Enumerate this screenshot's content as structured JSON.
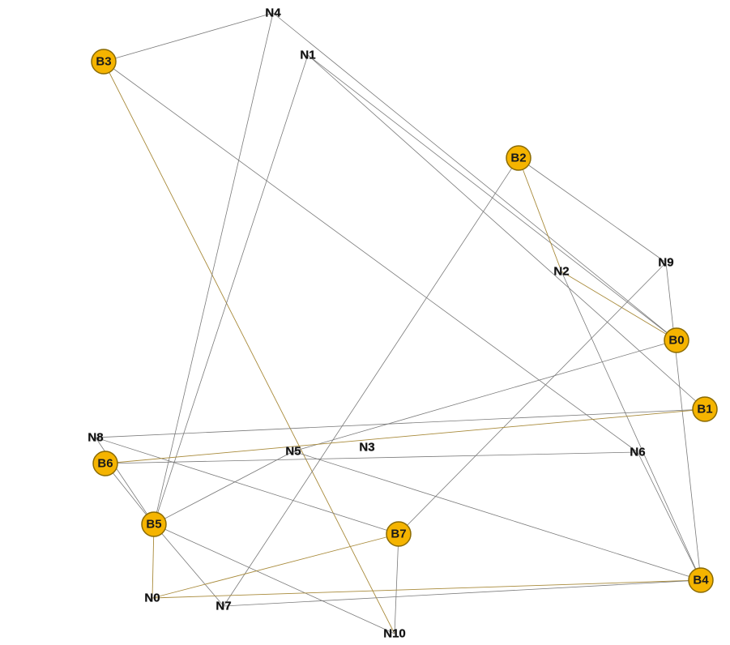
{
  "graph": {
    "nodes": [
      {
        "id": "N4",
        "kind": "plain"
      },
      {
        "id": "B3",
        "kind": "highlight"
      },
      {
        "id": "N1",
        "kind": "plain"
      },
      {
        "id": "B2",
        "kind": "highlight"
      },
      {
        "id": "N9",
        "kind": "plain"
      },
      {
        "id": "N2",
        "kind": "plain"
      },
      {
        "id": "B0",
        "kind": "highlight"
      },
      {
        "id": "B1",
        "kind": "highlight"
      },
      {
        "id": "N8",
        "kind": "plain"
      },
      {
        "id": "N3",
        "kind": "plain"
      },
      {
        "id": "N5",
        "kind": "plain"
      },
      {
        "id": "N6",
        "kind": "plain"
      },
      {
        "id": "B6",
        "kind": "highlight"
      },
      {
        "id": "B5",
        "kind": "highlight"
      },
      {
        "id": "B7",
        "kind": "highlight"
      },
      {
        "id": "B4",
        "kind": "highlight"
      },
      {
        "id": "N0",
        "kind": "plain"
      },
      {
        "id": "N7",
        "kind": "plain"
      },
      {
        "id": "N10",
        "kind": "plain"
      }
    ],
    "edges": [
      {
        "from": "B3",
        "to": "N4",
        "color": "gray"
      },
      {
        "from": "B3",
        "to": "N6",
        "color": "gray"
      },
      {
        "from": "B3",
        "to": "N10",
        "color": "gold"
      },
      {
        "from": "N4",
        "to": "B0",
        "color": "gray"
      },
      {
        "from": "N4",
        "to": "B5",
        "color": "gray"
      },
      {
        "from": "N1",
        "to": "B5",
        "color": "gray"
      },
      {
        "from": "N1",
        "to": "B0",
        "color": "gray"
      },
      {
        "from": "N1",
        "to": "B1",
        "color": "gray"
      },
      {
        "from": "B2",
        "to": "N9",
        "color": "gray"
      },
      {
        "from": "B2",
        "to": "N2",
        "color": "gold"
      },
      {
        "from": "B2",
        "to": "N7",
        "color": "gray"
      },
      {
        "from": "N2",
        "to": "B0",
        "color": "gold"
      },
      {
        "from": "N2",
        "to": "B4",
        "color": "gray"
      },
      {
        "from": "N9",
        "to": "B4",
        "color": "gray"
      },
      {
        "from": "N9",
        "to": "B7",
        "color": "gray"
      },
      {
        "from": "B0",
        "to": "N5",
        "color": "gray"
      },
      {
        "from": "N8",
        "to": "B1",
        "color": "gray"
      },
      {
        "from": "N8",
        "to": "B7",
        "color": "gray"
      },
      {
        "from": "N8",
        "to": "B5",
        "color": "gray"
      },
      {
        "from": "B6",
        "to": "B1",
        "color": "gold"
      },
      {
        "from": "B6",
        "to": "N6",
        "color": "gray"
      },
      {
        "from": "B6",
        "to": "B5",
        "color": "gray"
      },
      {
        "from": "N5",
        "to": "B4",
        "color": "gray"
      },
      {
        "from": "N5",
        "to": "B5",
        "color": "gray"
      },
      {
        "from": "N6",
        "to": "B4",
        "color": "gray"
      },
      {
        "from": "B5",
        "to": "N0",
        "color": "gold"
      },
      {
        "from": "B5",
        "to": "N7",
        "color": "gray"
      },
      {
        "from": "B5",
        "to": "N10",
        "color": "gray"
      },
      {
        "from": "B7",
        "to": "N0",
        "color": "gold"
      },
      {
        "from": "B7",
        "to": "N10",
        "color": "gray"
      },
      {
        "from": "N0",
        "to": "B4",
        "color": "gold"
      },
      {
        "from": "N7",
        "to": "B4",
        "color": "gray"
      }
    ]
  },
  "colors": {
    "highlight_fill": "#f5b400",
    "highlight_stroke": "#8a6a00",
    "edge_gray": "#7a7a7a",
    "edge_gold": "#a88a3a",
    "label_text": "#1a1a1a"
  }
}
